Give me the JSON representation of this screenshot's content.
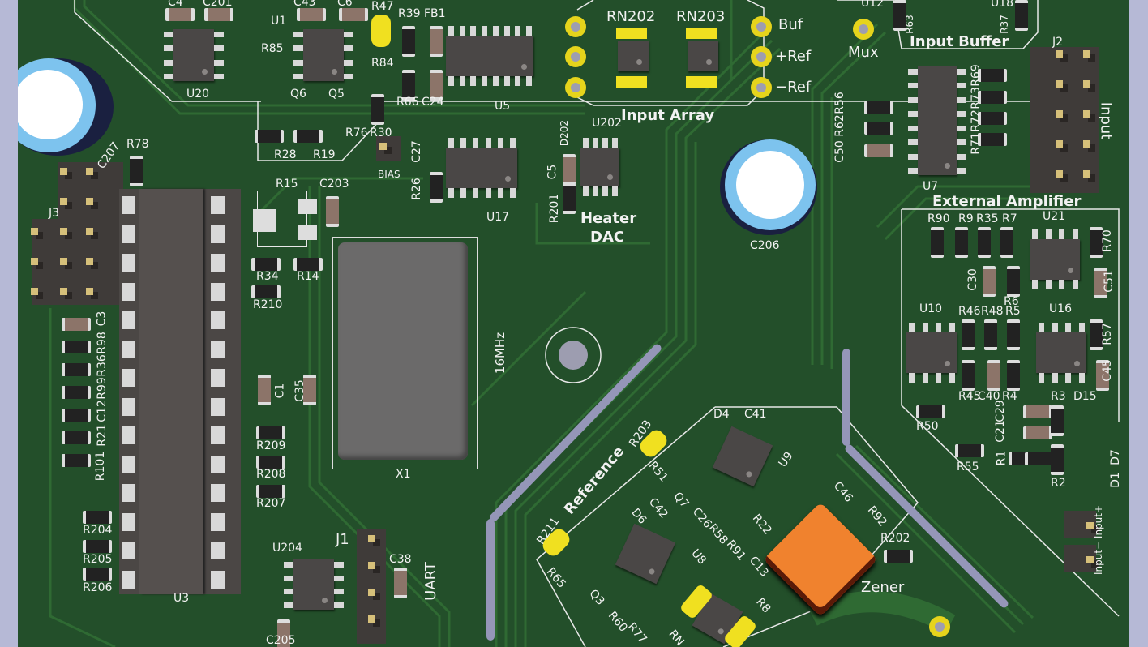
{
  "scene": {
    "type": "pcb-3d-render",
    "board_color": "#234f2a",
    "silkscreen_color": "#f2f2f2",
    "gold_color": "#e6d41c",
    "zener_color": "#f0822e"
  },
  "labels": {
    "c4": "C4",
    "c201": "C201",
    "c43": "C43",
    "c6": "C6",
    "u1": "U1",
    "r47": "R47",
    "r39": "R39",
    "fb1": "FB1",
    "r85": "R85",
    "r84": "R84",
    "u20": "U20",
    "q6": "Q6",
    "q5": "Q5",
    "r66": "R66",
    "c24": "C24",
    "u5": "U5",
    "r76": "R76",
    "r30": "R30",
    "r28": "R28",
    "r19": "R19",
    "c207": "C207",
    "r78": "R78",
    "bias": "BIAS",
    "c27": "C27",
    "r26": "R26",
    "u17": "U17",
    "d202": "D202",
    "c5": "C5",
    "r201": "R201",
    "u202": "U202",
    "r15": "R15",
    "c203": "C203",
    "j3": "J3",
    "r34": "R34",
    "r14": "R14",
    "r210": "R210",
    "heater": "Heater",
    "dac": "DAC",
    "rn202": "RN202",
    "rn203": "RN203",
    "buf": "Buf",
    "pref": "+Ref",
    "mref": "−Ref",
    "input_array": "Input Array",
    "mux": "Mux",
    "u12": "U12",
    "r63": "R63",
    "u18": "U18",
    "r37": "R37",
    "input_buffer": "Input Buffer",
    "j2": "J2",
    "input": "Input",
    "c50": "C50",
    "r62": "R62",
    "r56": "R56",
    "r69": "R69",
    "r73": "R73",
    "r72": "R72",
    "r71": "R71",
    "u7": "U7",
    "c206": "C206",
    "ext_amp": "External Amplifier",
    "r90": "R90",
    "r9": "R9",
    "r35": "R35",
    "r7": "R7",
    "u21": "U21",
    "r70": "R70",
    "c30": "C30",
    "r6": "R6",
    "c51": "C51",
    "u10": "U10",
    "r46": "R46",
    "r48": "R48",
    "r5": "R5",
    "u16": "U16",
    "r57": "R57",
    "c45": "C45",
    "r45": "R45",
    "c40": "C40",
    "r4": "R4",
    "r3": "R3",
    "d15": "D15",
    "r50": "R50",
    "c21": "C21",
    "c29": "C29",
    "r1": "R1",
    "r55": "R55",
    "r2": "R2",
    "d1": "D1",
    "d7": "D7",
    "input_pm": "Input− Input+",
    "c3": "C3",
    "r98": "R98",
    "r36": "R36",
    "r99": "R99",
    "c12": "C12",
    "r21": "R21",
    "r101": "R101",
    "c1": "C1",
    "c35": "C35",
    "mhz": "16MHz",
    "x1": "X1",
    "r209": "R209",
    "r208": "R208",
    "r207": "R207",
    "r204": "R204",
    "r205": "R205",
    "r206": "R206",
    "u3": "U3",
    "u204": "U204",
    "j1": "J1",
    "c38": "C38",
    "uart": "UART",
    "c205": "C205",
    "d4": "D4",
    "c41": "C41",
    "u9": "U9",
    "r203": "R203",
    "reference": "Reference",
    "r51": "R51",
    "q7": "Q7",
    "c46": "C46",
    "r92": "R92",
    "r202": "R202",
    "r211": "R211",
    "d6": "D6",
    "c42": "C42",
    "c26": "C26",
    "r58": "R58",
    "r91": "R91",
    "r22": "R22",
    "c13": "C13",
    "u8": "U8",
    "r65": "R65",
    "q3": "Q3",
    "r60": "R60",
    "r77": "R77",
    "rn": "RN",
    "r8": "R8",
    "zener": "Zener"
  }
}
